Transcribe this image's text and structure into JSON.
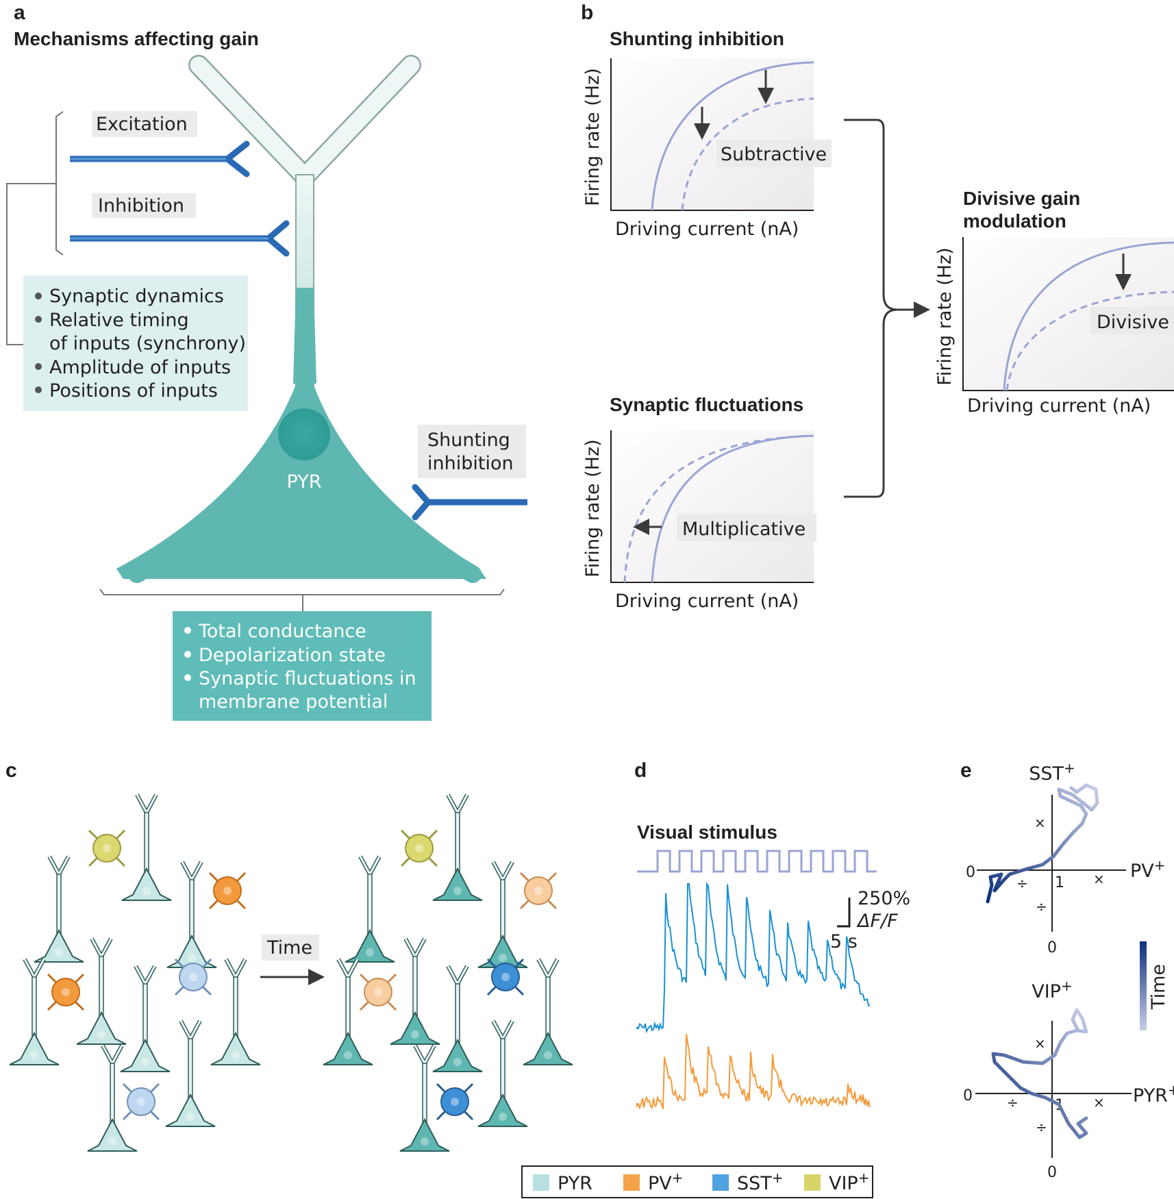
{
  "panel_a": {
    "letter": "a",
    "title": "Mechanisms affecting gain",
    "excitation": "Excitation",
    "inhibition": "Inhibition",
    "synaptic_list": [
      "Synaptic dynamics",
      "Relative timing",
      "of inputs (synchrony)",
      "Amplitude of inputs",
      "Positions of inputs"
    ],
    "pyr": "PYR",
    "shunting": [
      "Shunting",
      "inhibition"
    ],
    "soma_list": [
      "Total conductance",
      "Depolarization state",
      "Synaptic fluctuations in",
      "membrane potential"
    ]
  },
  "panel_b": {
    "letter": "b",
    "shunt_title": "Shunting inhibition",
    "subtractive": "Subtractive",
    "fluct_title": "Synaptic fluctuations",
    "multiplicative": "Multiplicative",
    "div_title": [
      "Divisive gain",
      "modulation"
    ],
    "divisive": "Divisive",
    "xlabel": "Driving current (nA)",
    "ylabel": "Firing rate (Hz)"
  },
  "panel_c": {
    "letter": "c",
    "time": "Time",
    "legend": [
      {
        "label": "PYR",
        "sup": "",
        "color": "#b7e0df"
      },
      {
        "label": "PV",
        "sup": "+",
        "color": "#f5a24a"
      },
      {
        "label": "SST",
        "sup": "+",
        "color": "#4ea3e0"
      },
      {
        "label": "VIP",
        "sup": "+",
        "color": "#d8d46a"
      }
    ]
  },
  "panel_d": {
    "letter": "d",
    "title": "Visual stimulus",
    "scale_y": "250%",
    "scale_unit": "ΔF/F",
    "scale_x": "5 s",
    "colors": {
      "stimulus": "#9aa4d4",
      "sst_trace": "#1a8fd4",
      "pv_trace": "#f59a3a"
    }
  },
  "panel_e": {
    "letter": "e",
    "top": {
      "ylabel": "SST",
      "xlabel": "PV",
      "sup": "+",
      "zero_x": "0",
      "zero_y": "0",
      "one": "1",
      "times": "×",
      "divide": "÷"
    },
    "bottom": {
      "ylabel": "VIP",
      "xlabel": "PYR",
      "sup": "+",
      "zero_x": "0",
      "zero_y": "0",
      "one": "1",
      "times": "×",
      "divide": "÷"
    },
    "colorbar": "Time"
  }
}
